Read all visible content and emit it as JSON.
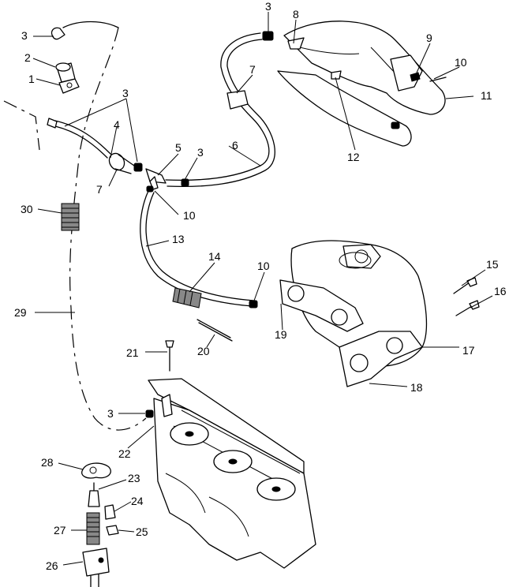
{
  "callouts": [
    "3",
    "8",
    "9",
    "10",
    "11",
    "12",
    "7",
    "6",
    "5",
    "3",
    "4",
    "3",
    "2",
    "1",
    "3",
    "7",
    "10",
    "30",
    "13",
    "14",
    "10",
    "15",
    "16",
    "17",
    "18",
    "19",
    "20",
    "21",
    "29",
    "3",
    "22",
    "28",
    "23",
    "24",
    "27",
    "25",
    "26"
  ]
}
